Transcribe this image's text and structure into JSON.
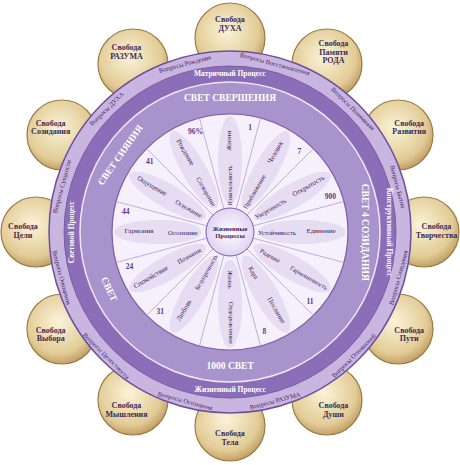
{
  "diagram": {
    "nodes": [
      {
        "text": [
          "Матричный Процесс",
          "Конструктивный Процесс",
          "Жизненный Процесс",
          "Световой Процесс"
        ]
      },
      {
        "text": [
          "Свобода ДУХА"
        ]
      },
      {
        "text": [
          "Свобода Памяти РОДА"
        ]
      },
      {
        "text": [
          "Свобода Развития"
        ]
      },
      {
        "text": [
          "Свобода Творчества"
        ]
      },
      {
        "text": [
          "Свобода Пути"
        ]
      },
      {
        "text": [
          "Свобода Души"
        ]
      },
      {
        "text": [
          "Свобода Тела"
        ]
      },
      {
        "text": [
          "Свобода Мышления"
        ]
      },
      {
        "text": [
          "Свобода Выбора"
        ]
      },
      {
        "text": [
          "Свобода Цели"
        ]
      },
      {
        "text": [
          "Свобода Созидания"
        ]
      },
      {
        "text": [
          "Свобода РАЗУМА"
        ]
      },
      {
        "text": [
          "Жизненные Процессы"
        ],
        "in": 0
      }
    ],
    "labels": [
      "Вопросы Восстановления",
      "Вопросы Понимания",
      "Вопросы Бытия",
      "Вопросы Созидания",
      "Вопросы Отношений",
      "Вопросы РАЗУМА",
      "Вопросы Осознания",
      "Вопросы Целостности",
      "Вопросы Очищения",
      "Вопросы Сущности",
      "Вопросы ДУХА",
      "Вопросы Рождения",
      "СВЕТ СВЕРШЕНИЯ",
      "СВЕТ 4 СОЗИДАНИЯ",
      "1000 СВЕТ",
      "СВЕТ",
      "СВЕТ СИЯНИЯ",
      "Жизни",
      "Человек",
      "Открытость",
      "Единение",
      "Гармоничность",
      "Послание",
      "Оздоровление",
      "Любовь",
      "Спокойствие",
      "Гармония",
      "Ощущение",
      "Рождение",
      "Изначальность",
      "Приближение",
      "Уверенность",
      "Устойчивость",
      "Радение",
      "Кара",
      "Жизнь",
      "Безупречность",
      "Познание",
      "Осознание",
      "Основание",
      "Сотворение",
      "1",
      "7",
      "900",
      "11",
      "8",
      "31",
      "24",
      "44",
      "41",
      "96%"
    ]
  }
}
